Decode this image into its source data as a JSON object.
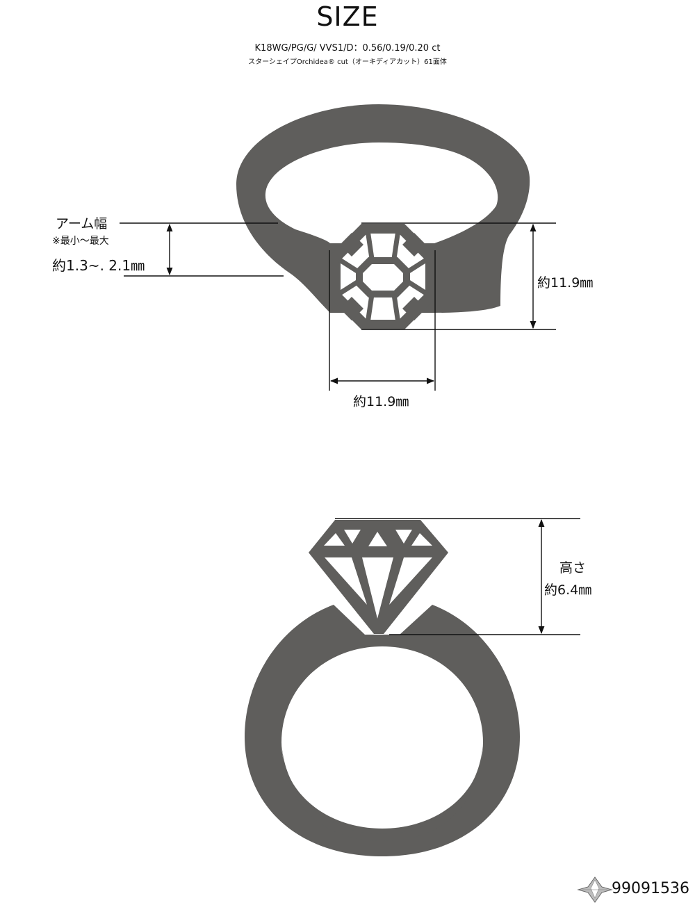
{
  "header": {
    "title": "SIZE",
    "spec_line": "K18WG/PG/G/ VVS1/D：0.56/0.19/0.20 ct",
    "cut_line": "スターシェイプOrchidea® cut（オーキディアカット）61面体"
  },
  "top_view": {
    "arm_label": "アーム幅",
    "arm_note": "※最小〜最大",
    "arm_value": "約1.3~. 2.1㎜",
    "height_dimension": "約11.9㎜",
    "width_dimension": "約11.9㎜"
  },
  "side_view": {
    "height_title": "高さ",
    "height_value": "約6.4㎜"
  },
  "footer": {
    "logo_icon": "diamond-logo-icon",
    "product_code": "99091536"
  },
  "colors": {
    "ring": "#5f5e5c",
    "line": "#111111",
    "background": "#ffffff"
  }
}
